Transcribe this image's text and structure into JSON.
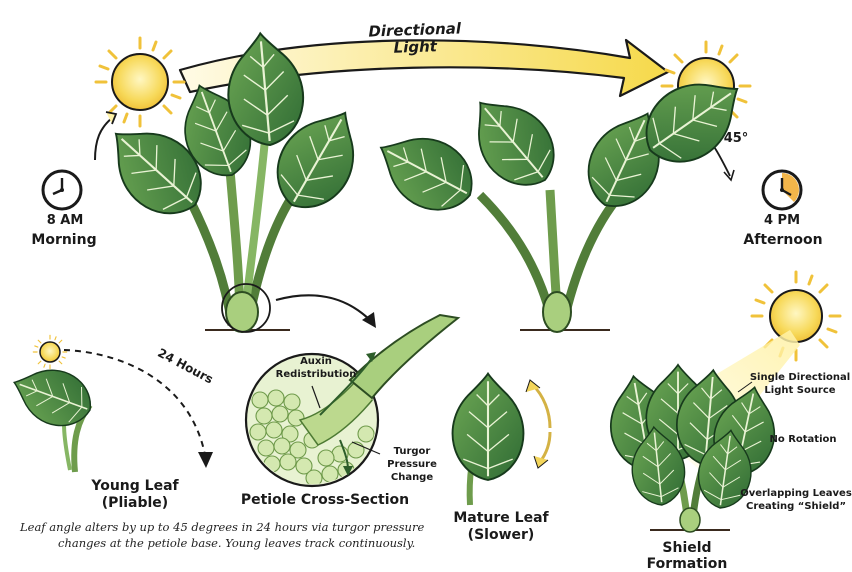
{
  "header": {
    "arrow_label": "Directional Light"
  },
  "morning": {
    "time": "8 AM",
    "label": "Morning"
  },
  "afternoon": {
    "time": "4 PM",
    "label": "Afternoon",
    "angle": "45°"
  },
  "young": {
    "duration": "24 Hours",
    "label_line1": "Young Leaf",
    "label_line2": "(Pliable)"
  },
  "cross_section": {
    "title": "Petiole Cross-Section",
    "auxin_line1": "Auxin",
    "auxin_line2": "Redistribution",
    "turgor_line1": "Turgor",
    "turgor_line2": "Pressure",
    "turgor_line3": "Change"
  },
  "mature": {
    "label_line1": "Mature Leaf",
    "label_line2": "(Slower)"
  },
  "shield": {
    "title": "Shield Formation",
    "note1_line1": "Single Directional",
    "note1_line2": "Light Source",
    "note2": "No Rotation",
    "note3_line1": "Overlapping Leaves",
    "note3_line2": "Creating “Shield”"
  },
  "caption": {
    "line1": "Leaf angle alters by up to 45 degrees in 24 hours via turgor pressure",
    "line2": "changes at the petiole base. Young leaves track continuously."
  },
  "colors": {
    "leaf_dark": "#2f6b34",
    "leaf_light": "#7bb35a",
    "sun": "#f7d95a",
    "arrow": "#f6df6e",
    "stem": "#a9cf7e"
  }
}
